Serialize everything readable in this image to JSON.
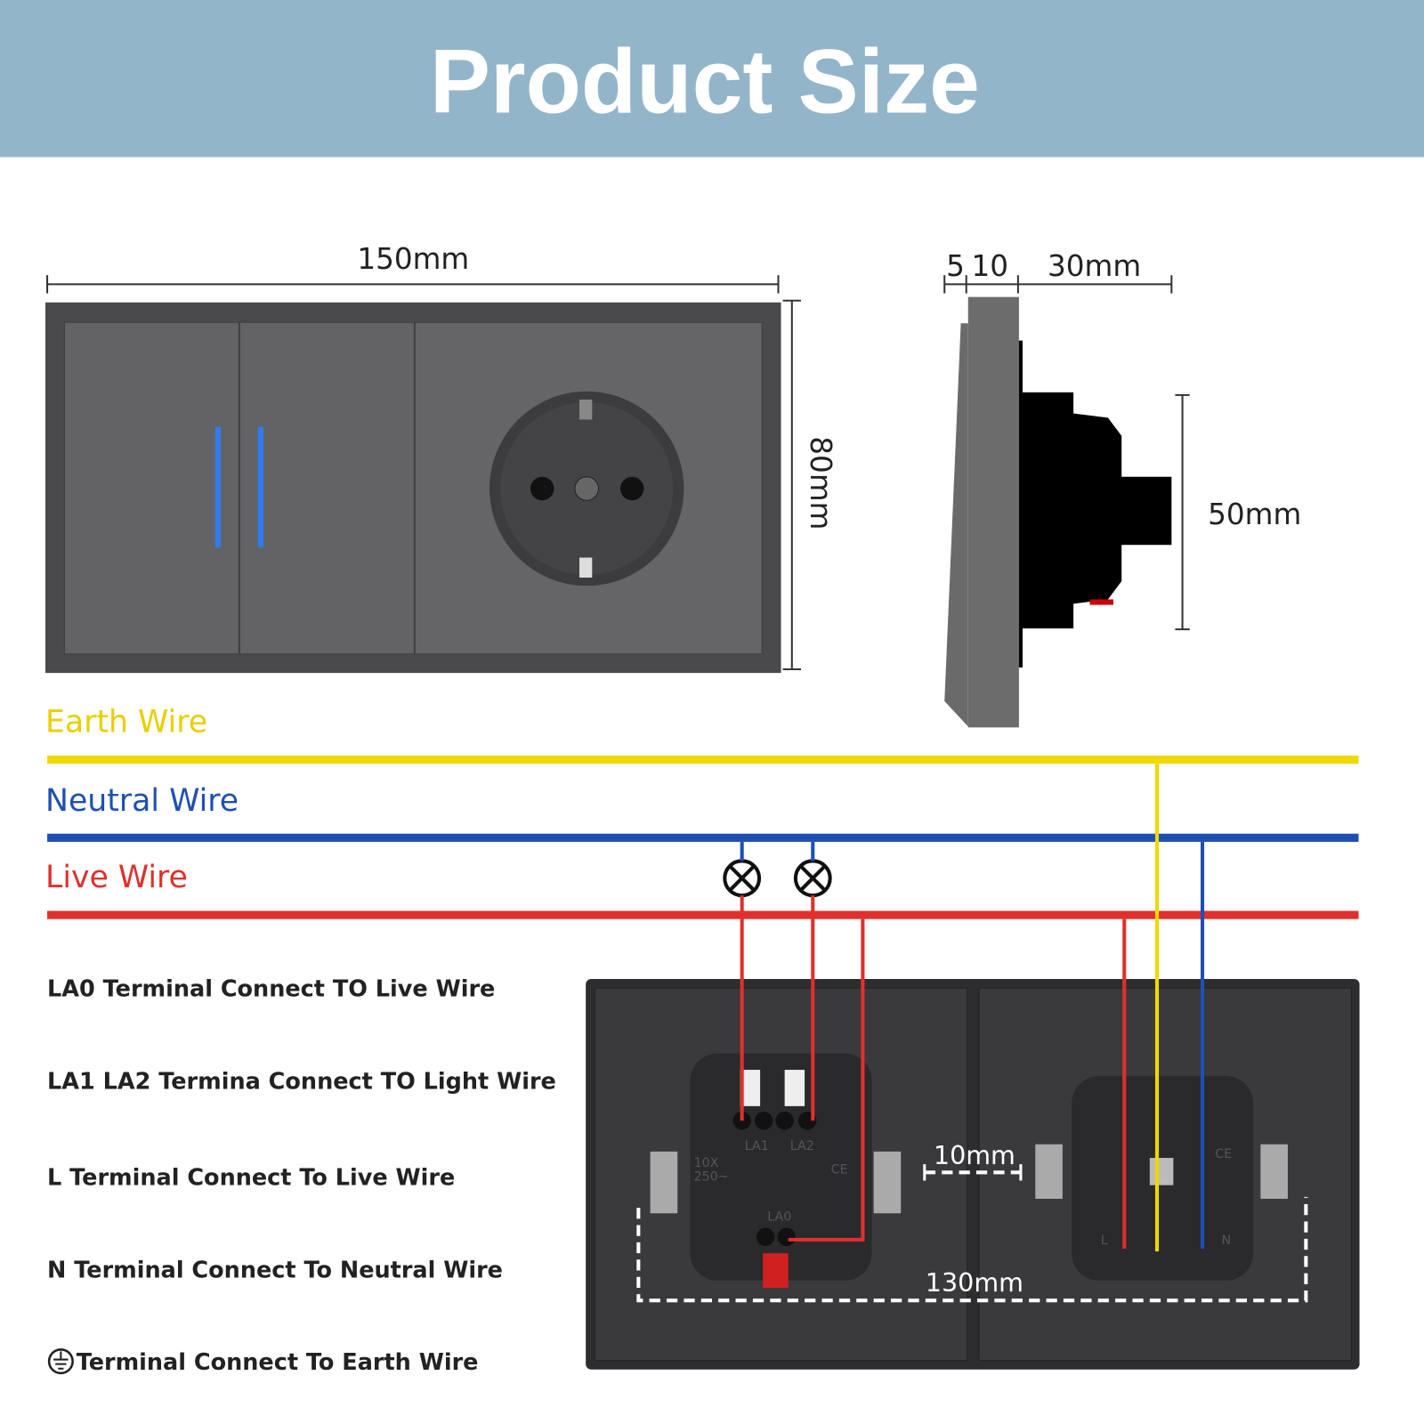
{
  "header": {
    "title": "Product Size",
    "background": "#93b5ca"
  },
  "front_view": {
    "width_label": "150mm",
    "height_label": "80mm"
  },
  "side_view": {
    "plate_label": "5",
    "frame_label": "10",
    "depth_label": "30mm",
    "body_height_label": "50mm"
  },
  "wires": [
    {
      "label": "Earth Wire",
      "color": "#f0d800"
    },
    {
      "label": "Neutral Wire",
      "color": "#1f4fb4"
    },
    {
      "label": "Live Wire",
      "color": "#e0302c"
    }
  ],
  "terminal_notes": [
    "LA0 Terminal Connect TO Live Wire",
    "LA1 LA2 Termina Connect TO Light Wire",
    "L Terminal Connect To Live Wire",
    "N Terminal Connect To Neutral Wire",
    "Terminal Connect To Earth Wire"
  ],
  "back_view": {
    "gap_label": "10mm",
    "span_label": "130mm",
    "markings": {
      "la1": "LA1",
      "la2": "LA2",
      "la0": "LA0",
      "rating": "10X",
      "voltage": "250~",
      "ce": "CE",
      "l": "L",
      "n": "N"
    }
  }
}
